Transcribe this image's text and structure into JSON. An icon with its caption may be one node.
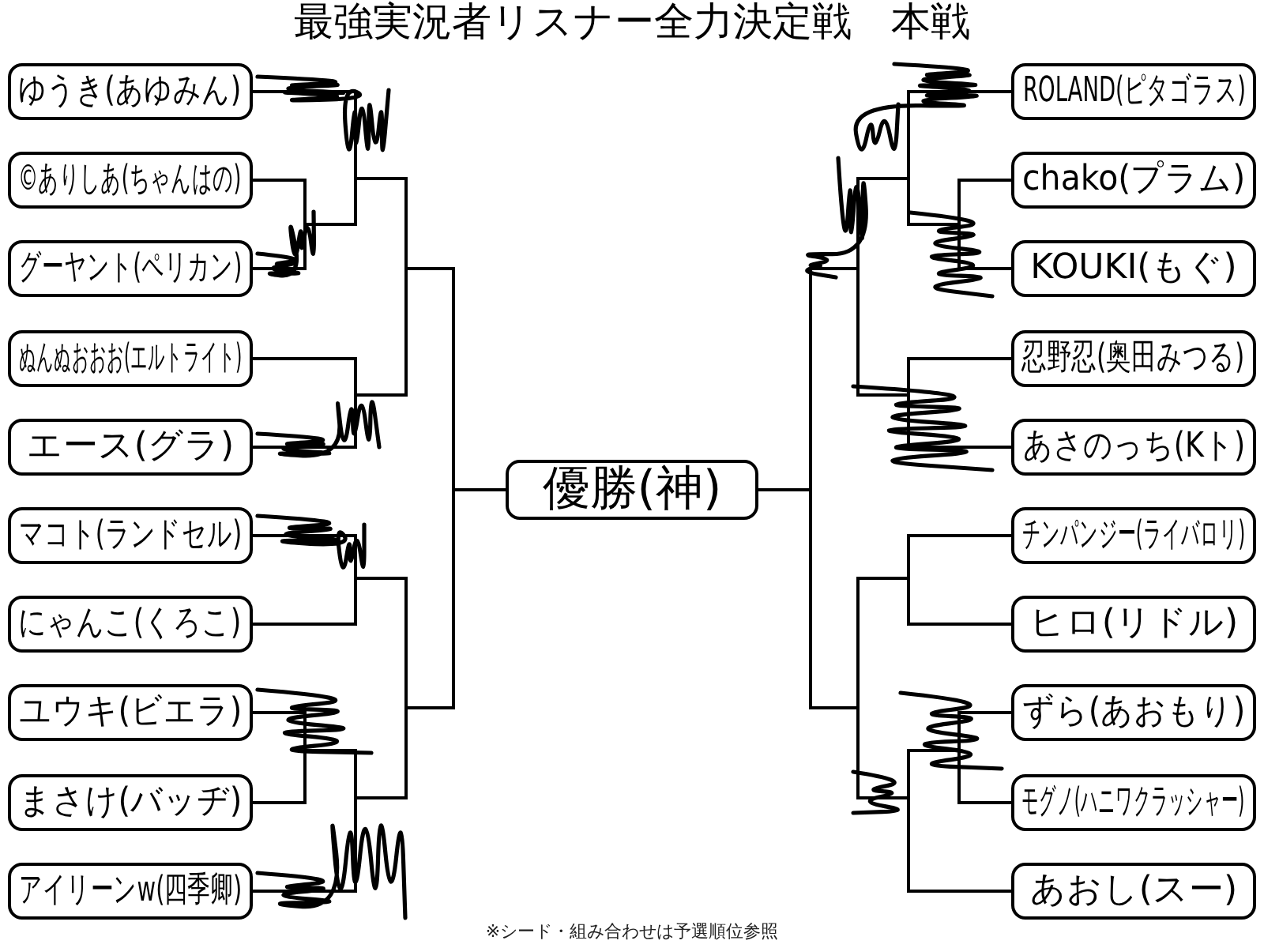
{
  "diagram": {
    "title": "最強実況者リスナー全力決定戦　本戦",
    "nodes": [
      {
        "text": [
          "ゆうき(あゆみん)"
        ]
      },
      {
        "text": [
          "©ありしあ(ちゃんはの)"
        ]
      },
      {
        "text": [
          "グーヤント(ペリカン)"
        ]
      },
      {
        "text": [
          "ぬんぬおおお(エルトライト)"
        ]
      },
      {
        "text": [
          "エース(グラ)"
        ]
      },
      {
        "text": [
          "マコト(ランドセル)"
        ]
      },
      {
        "text": [
          "にゃんこ(くろこ)"
        ]
      },
      {
        "text": [
          "ユウキ(ビエラ)"
        ]
      },
      {
        "text": [
          "まさけ(バッヂ)"
        ]
      },
      {
        "text": [
          "アイリーンw(四季卿)"
        ]
      },
      {
        "text": [
          "優勝(神)"
        ]
      },
      {
        "text": [
          "ROLAND(ピタゴラス)"
        ]
      },
      {
        "text": [
          "chako(プラム)"
        ]
      },
      {
        "text": [
          "KOUKI(もぐ)"
        ]
      },
      {
        "text": [
          "忍野忍(奥田みつる)"
        ]
      },
      {
        "text": [
          "あさのっち(Kト)"
        ]
      },
      {
        "text": [
          "チンパンジー(ライバロリ)"
        ]
      },
      {
        "text": [
          "ヒロ(リドル)"
        ]
      },
      {
        "text": [
          "ずら(あおもり)"
        ]
      },
      {
        "text": [
          "モグノ(ハニワクラッシャー)"
        ]
      },
      {
        "text": [
          "あおし(スー)"
        ]
      }
    ],
    "edges": [
      {
        "from": 0,
        "to": 10,
        "arrow": "none"
      },
      {
        "from": 1,
        "to": 10,
        "arrow": "none"
      },
      {
        "from": 2,
        "to": 10,
        "arrow": "none"
      },
      {
        "from": 3,
        "to": 10,
        "arrow": "none"
      },
      {
        "from": 4,
        "to": 10,
        "arrow": "none"
      },
      {
        "from": 5,
        "to": 10,
        "arrow": "none"
      },
      {
        "from": 6,
        "to": 10,
        "arrow": "none"
      },
      {
        "from": 7,
        "to": 10,
        "arrow": "none"
      },
      {
        "from": 8,
        "to": 10,
        "arrow": "none"
      },
      {
        "from": 9,
        "to": 10,
        "arrow": "none"
      },
      {
        "from": 11,
        "to": 10,
        "arrow": "none"
      },
      {
        "from": 12,
        "to": 10,
        "arrow": "none"
      },
      {
        "from": 13,
        "to": 10,
        "arrow": "none"
      },
      {
        "from": 14,
        "to": 10,
        "arrow": "none"
      },
      {
        "from": 15,
        "to": 10,
        "arrow": "none"
      },
      {
        "from": 16,
        "to": 10,
        "arrow": "none"
      },
      {
        "from": 17,
        "to": 10,
        "arrow": "none"
      },
      {
        "from": 18,
        "to": 10,
        "arrow": "none"
      },
      {
        "from": 19,
        "to": 10,
        "arrow": "none"
      },
      {
        "from": 20,
        "to": 10,
        "arrow": "none"
      }
    ],
    "labels": [
      "※シード・組み合わせは予選順位参照"
    ]
  }
}
